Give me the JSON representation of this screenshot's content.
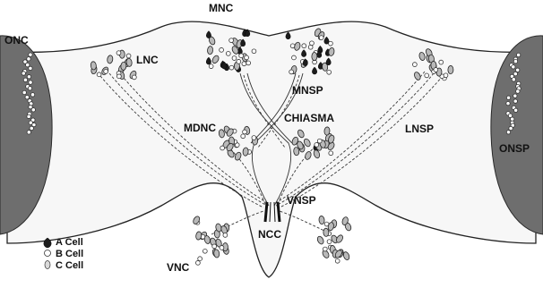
{
  "labels": {
    "mnc": "MNC",
    "onc": "ONC",
    "lnc": "LNC",
    "mnsp": "MNSP",
    "mdnc": "MDNC",
    "chiasma": "CHIASMA",
    "lnsp": "LNSP",
    "onsp": "ONSP",
    "vnsp": "VNSP",
    "ncc": "NCC",
    "vnc": "VNC"
  },
  "legend": [
    {
      "label": "A Cell",
      "symbol": "filled-teardrop"
    },
    {
      "label": "B Cell",
      "symbol": "open-circle"
    },
    {
      "label": "C Cell",
      "symbol": "shaded-oval"
    }
  ],
  "colors": {
    "eye_fill": "#6e6e6e",
    "outline": "#222222",
    "a_cell": "#1c1c1c",
    "c_cell": "#dadada"
  }
}
